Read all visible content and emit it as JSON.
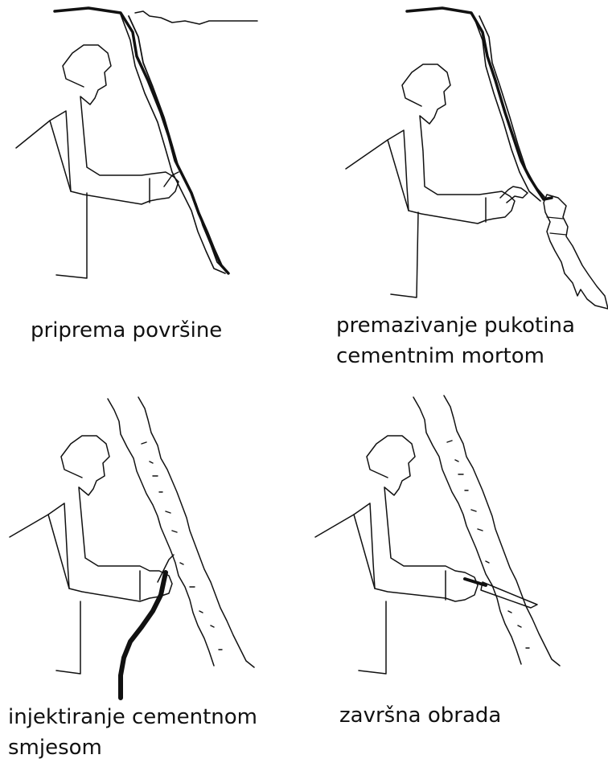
{
  "panels": [
    {
      "caption_lines": [
        "priprema površine"
      ]
    },
    {
      "caption_lines": [
        "premazivanje pukotina",
        "cementnim mortom"
      ]
    },
    {
      "caption_lines": [
        "injektiranje cementnom",
        "smjesom"
      ]
    },
    {
      "caption_lines": [
        "završna obrada"
      ]
    }
  ],
  "colors": {
    "line": "#111111",
    "background": "#ffffff"
  }
}
